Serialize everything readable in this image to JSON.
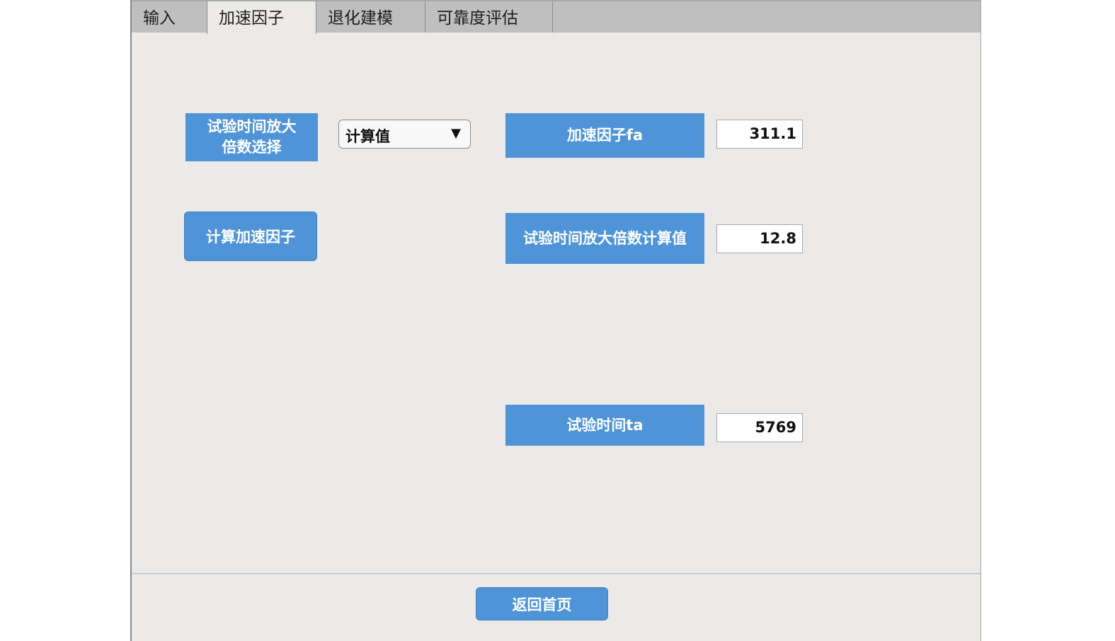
{
  "tabs": [
    {
      "label": "输入",
      "active": false
    },
    {
      "label": "加速因子",
      "active": true
    },
    {
      "label": "退化建模",
      "active": false
    },
    {
      "label": "可靠度评估",
      "active": false
    }
  ],
  "left": {
    "multiplier_select_label_line1": "试验时间放大",
    "multiplier_select_label_line2": "倍数选择",
    "dropdown_selected": "计算值",
    "dropdown_arrow": "▼",
    "compute_button": "计算加速因子"
  },
  "right": {
    "fa_label": "加速因子fa",
    "fa_value": "311.1",
    "multiplier_calc_label": "试验时间放大倍数计算值",
    "multiplier_calc_value": "12.8",
    "ta_label": "试验时间ta",
    "ta_value": "5769"
  },
  "footer": {
    "home_button": "返回首页"
  },
  "colors": {
    "accent_blue": "#4f94d6",
    "panel_bg": "#ebeae9",
    "tabbar_bg": "#bfbfbf"
  }
}
